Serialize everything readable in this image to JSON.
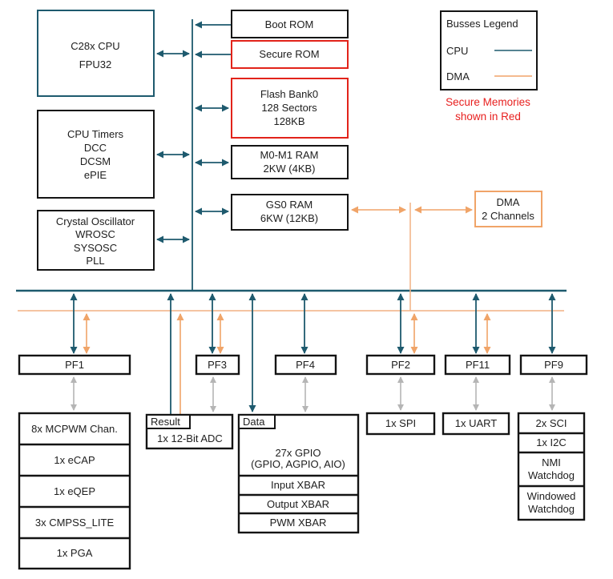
{
  "colors": {
    "cpu_bus": "#1e5a6e",
    "dma_bus": "#f0a468",
    "secure_red": "#e2231a",
    "peripheral_link_gray": "#b5b5b5",
    "box_border": "#141414"
  },
  "legend": {
    "title": "Busses Legend",
    "cpu_label": "CPU",
    "dma_label": "DMA",
    "note1": "Secure Memories",
    "note2": "shown in Red"
  },
  "cpu": {
    "l1": "C28x CPU",
    "l2": "FPU32"
  },
  "timers": {
    "l1": "CPU Timers",
    "l2": "DCC",
    "l3": "DCSM",
    "l4": "ePIE"
  },
  "osc": {
    "l1": "Crystal Oscillator",
    "l2": "WROSC",
    "l3": "SYSOSC",
    "l4": "PLL"
  },
  "mem": {
    "boot": "Boot ROM",
    "secure": "Secure ROM",
    "flash1": "Flash Bank0",
    "flash2": "128 Sectors",
    "flash3": "128KB",
    "m0m1_1": "M0-M1 RAM",
    "m0m1_2": "2KW (4KB)",
    "gs0_1": "GS0 RAM",
    "gs0_2": "6KW (12KB)"
  },
  "dma": {
    "l1": "DMA",
    "l2": "2 Channels"
  },
  "pf": {
    "pf1": "PF1",
    "pf3": "PF3",
    "pf4": "PF4",
    "pf2": "PF2",
    "pf11": "PF11",
    "pf9": "PF9"
  },
  "ctrl": {
    "r1": "8x MCPWM Chan.",
    "r2": "1x eCAP",
    "r3": "1x eQEP",
    "r4": "3x CMPSS_LITE",
    "r5": "1x PGA"
  },
  "adc": {
    "tab": "Result",
    "label": "1x 12-Bit ADC"
  },
  "gpio": {
    "tab": "Data",
    "t1": "27x GPIO",
    "t2": "(GPIO, AGPIO, AIO)",
    "r1": "Input XBAR",
    "r2": "Output XBAR",
    "r3": "PWM XBAR"
  },
  "comms": {
    "spi": "1x SPI",
    "uart": "1x UART",
    "sci": "2x SCI",
    "i2c": "1x I2C",
    "nmi1": "NMI",
    "nmi2": "Watchdog",
    "wwd1": "Windowed",
    "wwd2": "Watchdog"
  }
}
